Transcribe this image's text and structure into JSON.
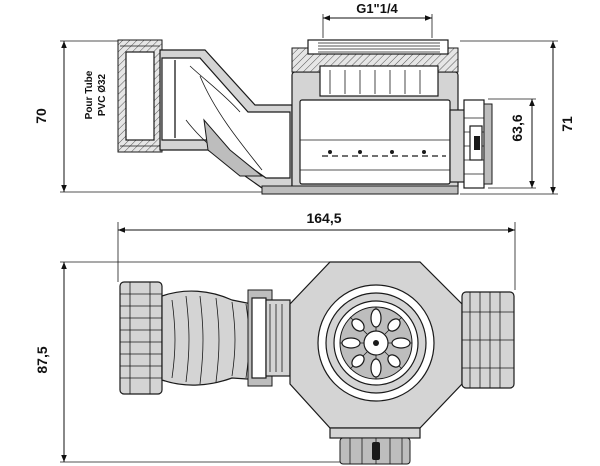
{
  "dimensions": {
    "thread": "G1\"1/4",
    "height_side": "70",
    "height_outlet": "63,6",
    "height_total": "71",
    "length": "164,5",
    "width": "87,5"
  },
  "pipe_label": {
    "line1": "Pour Tube",
    "line2": "PVC Ø32"
  }
}
